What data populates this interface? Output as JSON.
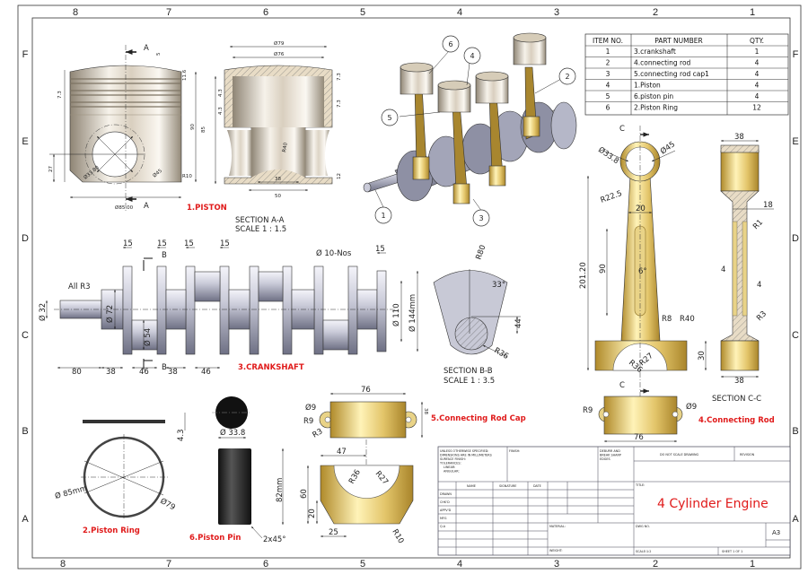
{
  "zones": {
    "columns": [
      "8",
      "7",
      "6",
      "5",
      "4",
      "3",
      "2",
      "1"
    ],
    "rows": [
      "F",
      "E",
      "D",
      "C",
      "B",
      "A"
    ]
  },
  "colors": {
    "label_red": "#e01b1b",
    "piston": "#d9cfbf",
    "crankshaft": "#9a9caf",
    "connecting_rod": "#d8b95a",
    "piston_pin": "#222222"
  },
  "bom": {
    "headers": [
      "ITEM NO.",
      "PART NUMBER",
      "QTY."
    ],
    "rows": [
      {
        "item": "1",
        "part": "3.crankshaft",
        "qty": "1"
      },
      {
        "item": "2",
        "part": "4.connecting rod",
        "qty": "4"
      },
      {
        "item": "3",
        "part": "5.connecting rod cap1",
        "qty": "4"
      },
      {
        "item": "4",
        "part": "1.Piston",
        "qty": "4"
      },
      {
        "item": "5",
        "part": "6.piston pin",
        "qty": "4"
      },
      {
        "item": "6",
        "part": "2.Piston Ring",
        "qty": "12"
      }
    ]
  },
  "assembly": {
    "balloons": [
      "1",
      "2",
      "3",
      "4",
      "5",
      "6"
    ]
  },
  "piston": {
    "label": "1.PISTON",
    "dims": [
      "A",
      "A",
      "5",
      "7.3",
      "11.6",
      "90",
      "85",
      "27",
      "Ø33.80",
      "Ø45",
      "R10",
      "Ø85.00"
    ]
  },
  "section_aa": {
    "title": "SECTION A-A",
    "scale": "SCALE 1 : 1.5",
    "dims": [
      "Ø79",
      "Ø76",
      "4.3",
      "4.3",
      "7.3",
      "7.3",
      "R40",
      "38",
      "50",
      "12"
    ]
  },
  "crankshaft": {
    "label": "3.CRANKSHAFT",
    "dims": [
      "15",
      "15",
      "15",
      "15",
      "15",
      "B",
      "B",
      "Ø 10-Nos",
      "All R3",
      "Ø 32",
      "Ø 72",
      "Ø 54",
      "Ø 110",
      "Ø 144mm",
      "80",
      "38",
      "46",
      "38",
      "46"
    ]
  },
  "section_bb": {
    "title": "SECTION B-B",
    "scale": "SCALE 1 : 3.5",
    "dims": [
      "R80",
      "33°",
      "44",
      "R36"
    ]
  },
  "connecting_rod": {
    "label": "4.Connecting Rod",
    "dims": [
      "C",
      "C",
      "Ø33.8",
      "Ø45",
      "R22.5",
      "20",
      "90",
      "6°",
      "201.20",
      "R8",
      "R40",
      "R36",
      "R27",
      "30",
      "R9",
      "Ø9",
      "76"
    ]
  },
  "section_cc": {
    "title": "SECTION C-C",
    "dims": [
      "38",
      "18",
      "R1",
      "4",
      "4",
      "R3",
      "38"
    ]
  },
  "piston_ring": {
    "label": "2.Piston Ring",
    "dims": [
      "4.3",
      "Ø 85mm",
      "Ø79"
    ]
  },
  "piston_pin": {
    "label": "6.Piston Pin",
    "dims": [
      "Ø 33.8",
      "82mm",
      "2x45°"
    ]
  },
  "rod_cap": {
    "label": "5.Connecting Rod Cap",
    "dims": [
      "76",
      "38",
      "Ø9",
      "R9",
      "R3",
      "47",
      "60",
      "20",
      "25",
      "R36",
      "R27",
      "R10"
    ]
  },
  "title_block": {
    "spec": [
      "UNLESS OTHERWISE SPECIFIED:",
      "DIMENSIONS ARE IN MILLIMETERS",
      "SURFACE FINISH:",
      "TOLERANCES:",
      "LINEAR:",
      "ANGULAR:"
    ],
    "finish": "FINISH:",
    "deburr": [
      "DEBURR AND",
      "BREAK SHARP",
      "EDGES"
    ],
    "do_not_scale": "DO NOT SCALE DRAWING",
    "revision": "REVISION",
    "col_headers": [
      "NAME",
      "SIGNATURE",
      "DATE"
    ],
    "row_labels": [
      "DRAWN",
      "CHK'D",
      "APPV'D",
      "MFG",
      "Q.A"
    ],
    "title_label": "TITLE:",
    "title": "4 Cylinder Engine",
    "material": "MATERIAL:",
    "weight": "WEIGHT:",
    "dwg_no": "DWG NO.",
    "size": "A3",
    "scale": "SCALE:1:2",
    "sheet": "SHEET 1 OF 1"
  }
}
